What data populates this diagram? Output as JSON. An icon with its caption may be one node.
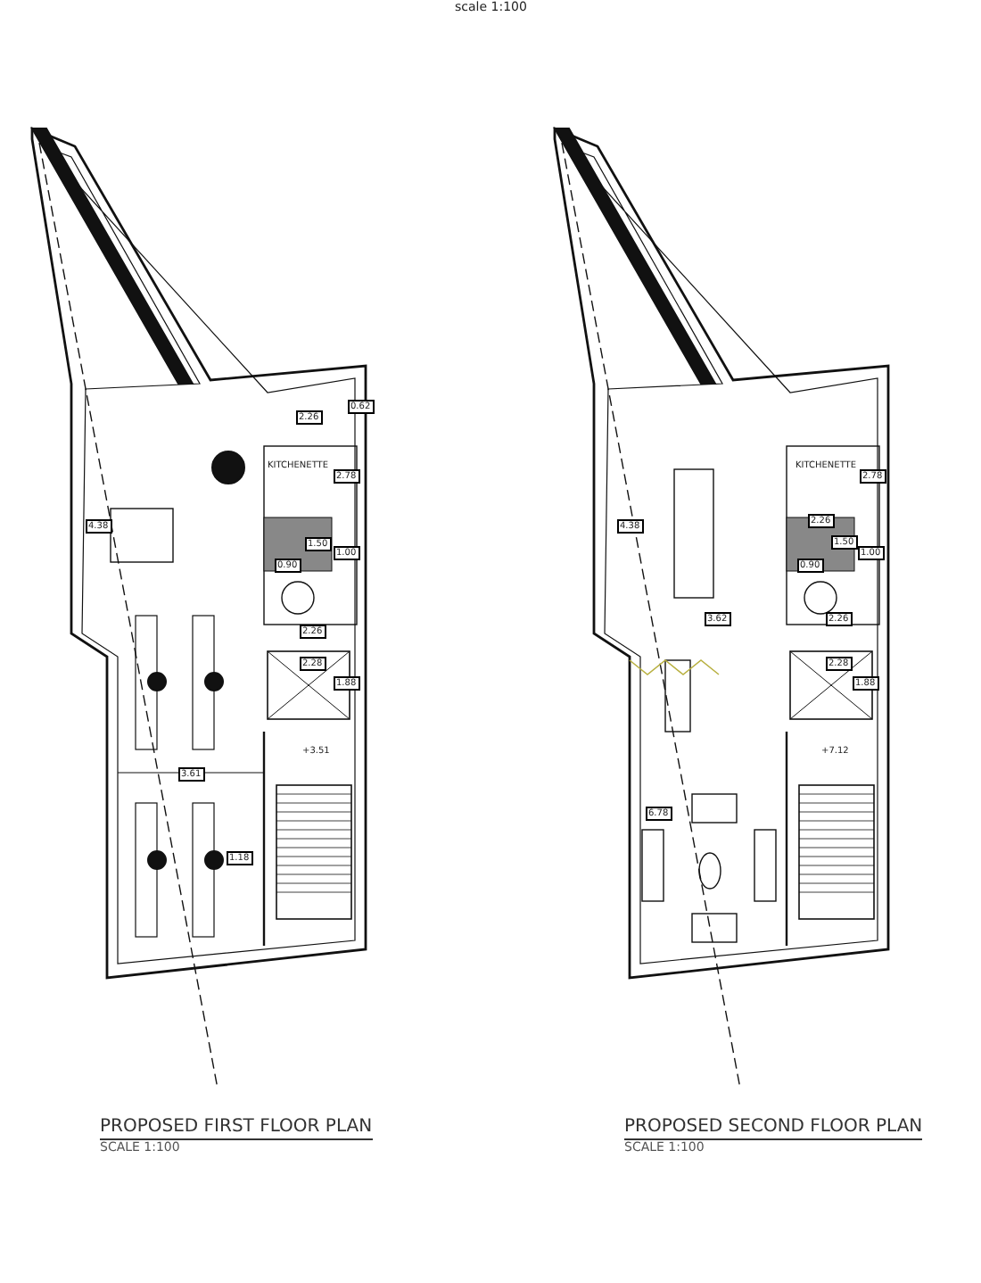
{
  "diagram": {
    "labels": [
      "scale 1:100",
      "2.26",
      "0.62",
      "KITCHENETTE",
      "2.78",
      "4.38",
      "1.50",
      "1.00",
      "0.90",
      "2.26",
      "2.28",
      "1.88",
      "+3.51",
      "3.61",
      "1.18",
      "KITCHENETTE",
      "2.78",
      "4.38",
      "2.26",
      "1.50",
      "1.00",
      "0.90",
      "3.62",
      "2.26",
      "2.28",
      "1.88",
      "+7.12",
      "6.78",
      "PROPOSED FIRST FLOOR PLAN",
      "SCALE 1:100",
      "PROPOSED SECOND FLOOR PLAN",
      "SCALE 1:100"
    ]
  }
}
